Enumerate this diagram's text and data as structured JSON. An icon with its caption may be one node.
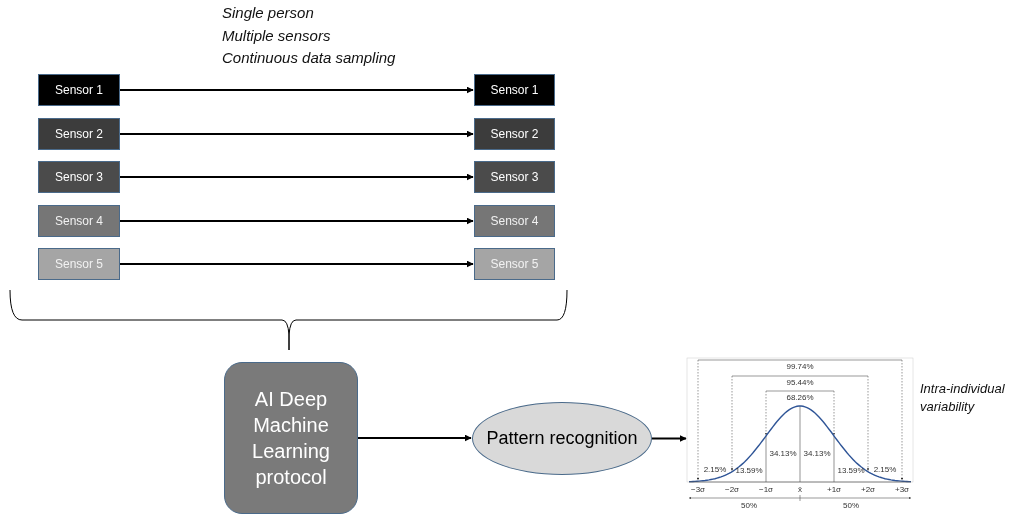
{
  "diagram": {
    "nodes": [
      {
        "text": [
          "Sensor 1"
        ]
      },
      {
        "text": [
          "Sensor 2"
        ]
      },
      {
        "text": [
          "Sensor 3"
        ]
      },
      {
        "text": [
          "Sensor 4"
        ]
      },
      {
        "text": [
          "Sensor 5"
        ]
      },
      {
        "text": [
          "Sensor 1"
        ]
      },
      {
        "text": [
          "Sensor 2"
        ]
      },
      {
        "text": [
          "Sensor 3"
        ]
      },
      {
        "text": [
          "Sensor 4"
        ]
      },
      {
        "text": [
          "Sensor 5"
        ]
      },
      {
        "text": [
          "AI Deep Machine Learning protocol"
        ]
      },
      {
        "text": [
          "Pattern recognition"
        ]
      },
      {
        "text": [
          "99.74%",
          "95.44%",
          "68.26%",
          "2.15%",
          "13.59%",
          "34.13%",
          "34.13%",
          "13.59%",
          "2.15%",
          "−3σ",
          "−2σ",
          "−1σ",
          "x̄",
          "+1σ",
          "+2σ",
          "+3σ",
          "50%",
          "50%"
        ],
        "beside": [
          "Intra-individual variability"
        ]
      }
    ],
    "edges": [
      {
        "from": 0,
        "to": 5,
        "arrow": "to"
      },
      {
        "from": 1,
        "to": 6,
        "arrow": "to"
      },
      {
        "from": 2,
        "to": 7,
        "arrow": "to"
      },
      {
        "from": 3,
        "to": 8,
        "arrow": "to"
      },
      {
        "from": 4,
        "to": 9,
        "arrow": "to"
      },
      {
        "from": 10,
        "to": 11,
        "arrow": "to"
      },
      {
        "from": 11,
        "to": 12,
        "arrow": "to"
      }
    ],
    "labels": [
      "Single person",
      "Multiple sensors",
      "Continuous data sampling"
    ]
  }
}
